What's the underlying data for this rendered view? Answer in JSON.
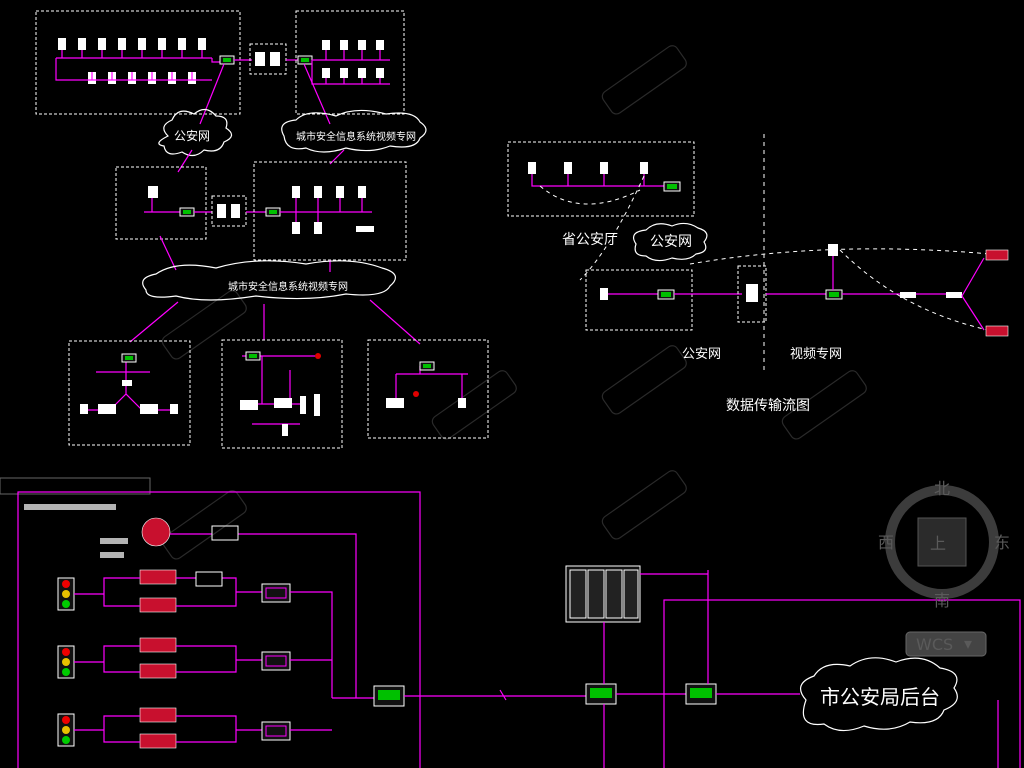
{
  "network_top": {
    "cloud_police_net": "公安网",
    "cloud_city_video_net_upper": "城市安全信息系统视频专网",
    "cloud_city_video_net_lower": "城市安全信息系统视频专网"
  },
  "flow_diagram": {
    "provincial_dept": "省公安厅",
    "police_net_cloud": "公安网",
    "police_net_label": "公安网",
    "video_net_label": "视频专网",
    "title": "数据传输流图"
  },
  "bottom_diagram": {
    "city_backend": "市公安局后台"
  },
  "compass": {
    "north": "北",
    "south": "南",
    "east": "东",
    "west": "西",
    "center": "上",
    "wcs": "WCS"
  },
  "colors": {
    "background": "#000000",
    "link": "#ff00ff",
    "camera": "#c8102e",
    "switch_led": "#00c000"
  }
}
